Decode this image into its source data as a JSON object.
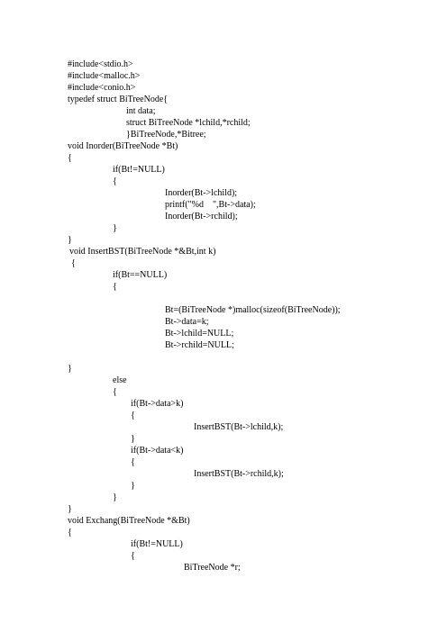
{
  "document": {
    "lines": [
      "#include<stdio.h>",
      "#include<malloc.h>",
      "#include<conio.h>",
      "typedef struct BiTreeNode{",
      "int data;",
      "struct BiTreeNode *lchild,*rchild;",
      "}BiTreeNode,*Bitree;",
      "void Inorder(BiTreeNode *Bt)",
      "{",
      "if(Bt!=NULL)",
      "{",
      "Inorder(Bt->lchild);",
      "printf(\"%d    \",Bt->data);",
      "Inorder(Bt->rchild);",
      "}",
      "}",
      "void InsertBST(BiTreeNode *&Bt,int k)",
      "{",
      "if(Bt==NULL)",
      "{",
      "Bt=(BiTreeNode *)malloc(sizeof(BiTreeNode));",
      "Bt->data=k;",
      "Bt->lchild=NULL;",
      "Bt->rchild=NULL;",
      "}",
      "else",
      "{",
      "if(Bt->data>k)",
      "{",
      "InsertBST(Bt->lchild,k);",
      "}",
      "if(Bt->data<k)",
      "{",
      "InsertBST(Bt->rchild,k);",
      "}",
      "}",
      "}",
      "void Exchang(BiTreeNode *&Bt)",
      "{",
      "if(Bt!=NULL)",
      "{",
      "BiTreeNode *r;"
    ]
  }
}
